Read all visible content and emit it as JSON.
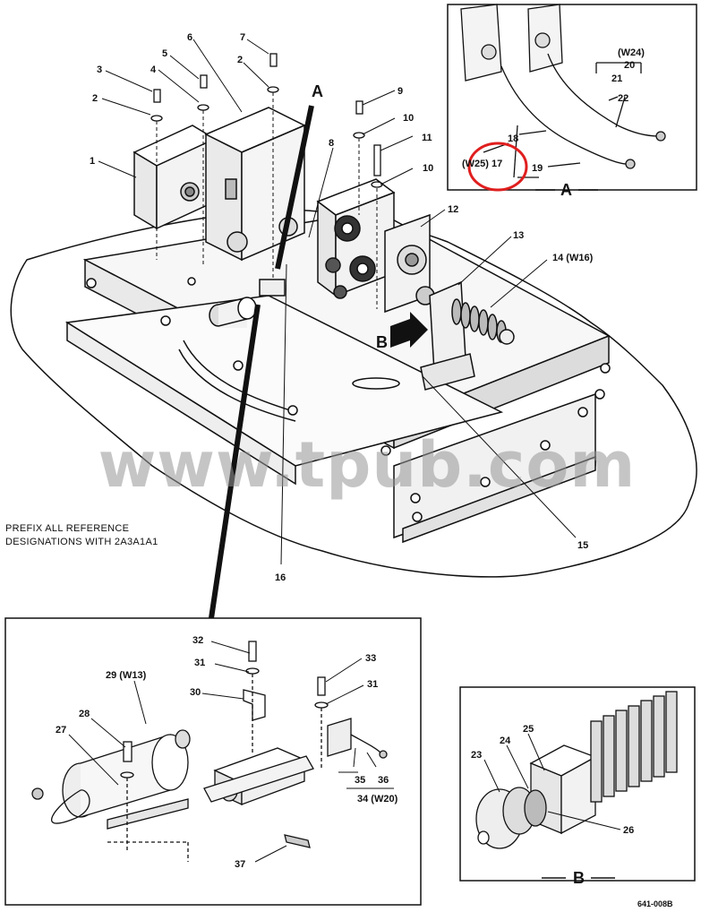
{
  "note": {
    "line1": "PREFIX ALL REFERENCE",
    "line2": "DESIGNATIONS WITH  2A3A1A1"
  },
  "watermark": "www.tpub.com",
  "figure_code": "641-008B",
  "views": {
    "a": "A",
    "b": "B"
  },
  "callouts": {
    "c1": "1",
    "c2a": "2",
    "c2b": "2",
    "c3": "3",
    "c4": "4",
    "c5": "5",
    "c6": "6",
    "c7": "7",
    "c8": "8",
    "c9": "9",
    "c10a": "10",
    "c10b": "10",
    "c11": "11",
    "c12": "12",
    "c13": "13",
    "c14": "14 (W16)",
    "c15": "15",
    "c16": "16",
    "c17": "(W25) 17",
    "c18": "18",
    "c19": "19",
    "w24": "(W24)",
    "c20": "20",
    "c21": "21",
    "c22": "22",
    "c23": "23",
    "c24": "24",
    "c25": "25",
    "c26": "26",
    "c27": "27",
    "c28": "28",
    "c29": "29 (W13)",
    "c30": "30",
    "c31a": "31",
    "c31b": "31",
    "c32": "32",
    "c33": "33",
    "c34": "34 (W20)",
    "c35": "35",
    "c36": "36",
    "c37": "37"
  },
  "colors": {
    "line": "#111111",
    "highlight_circle": "#e01e1e",
    "watermark": "#969696"
  }
}
